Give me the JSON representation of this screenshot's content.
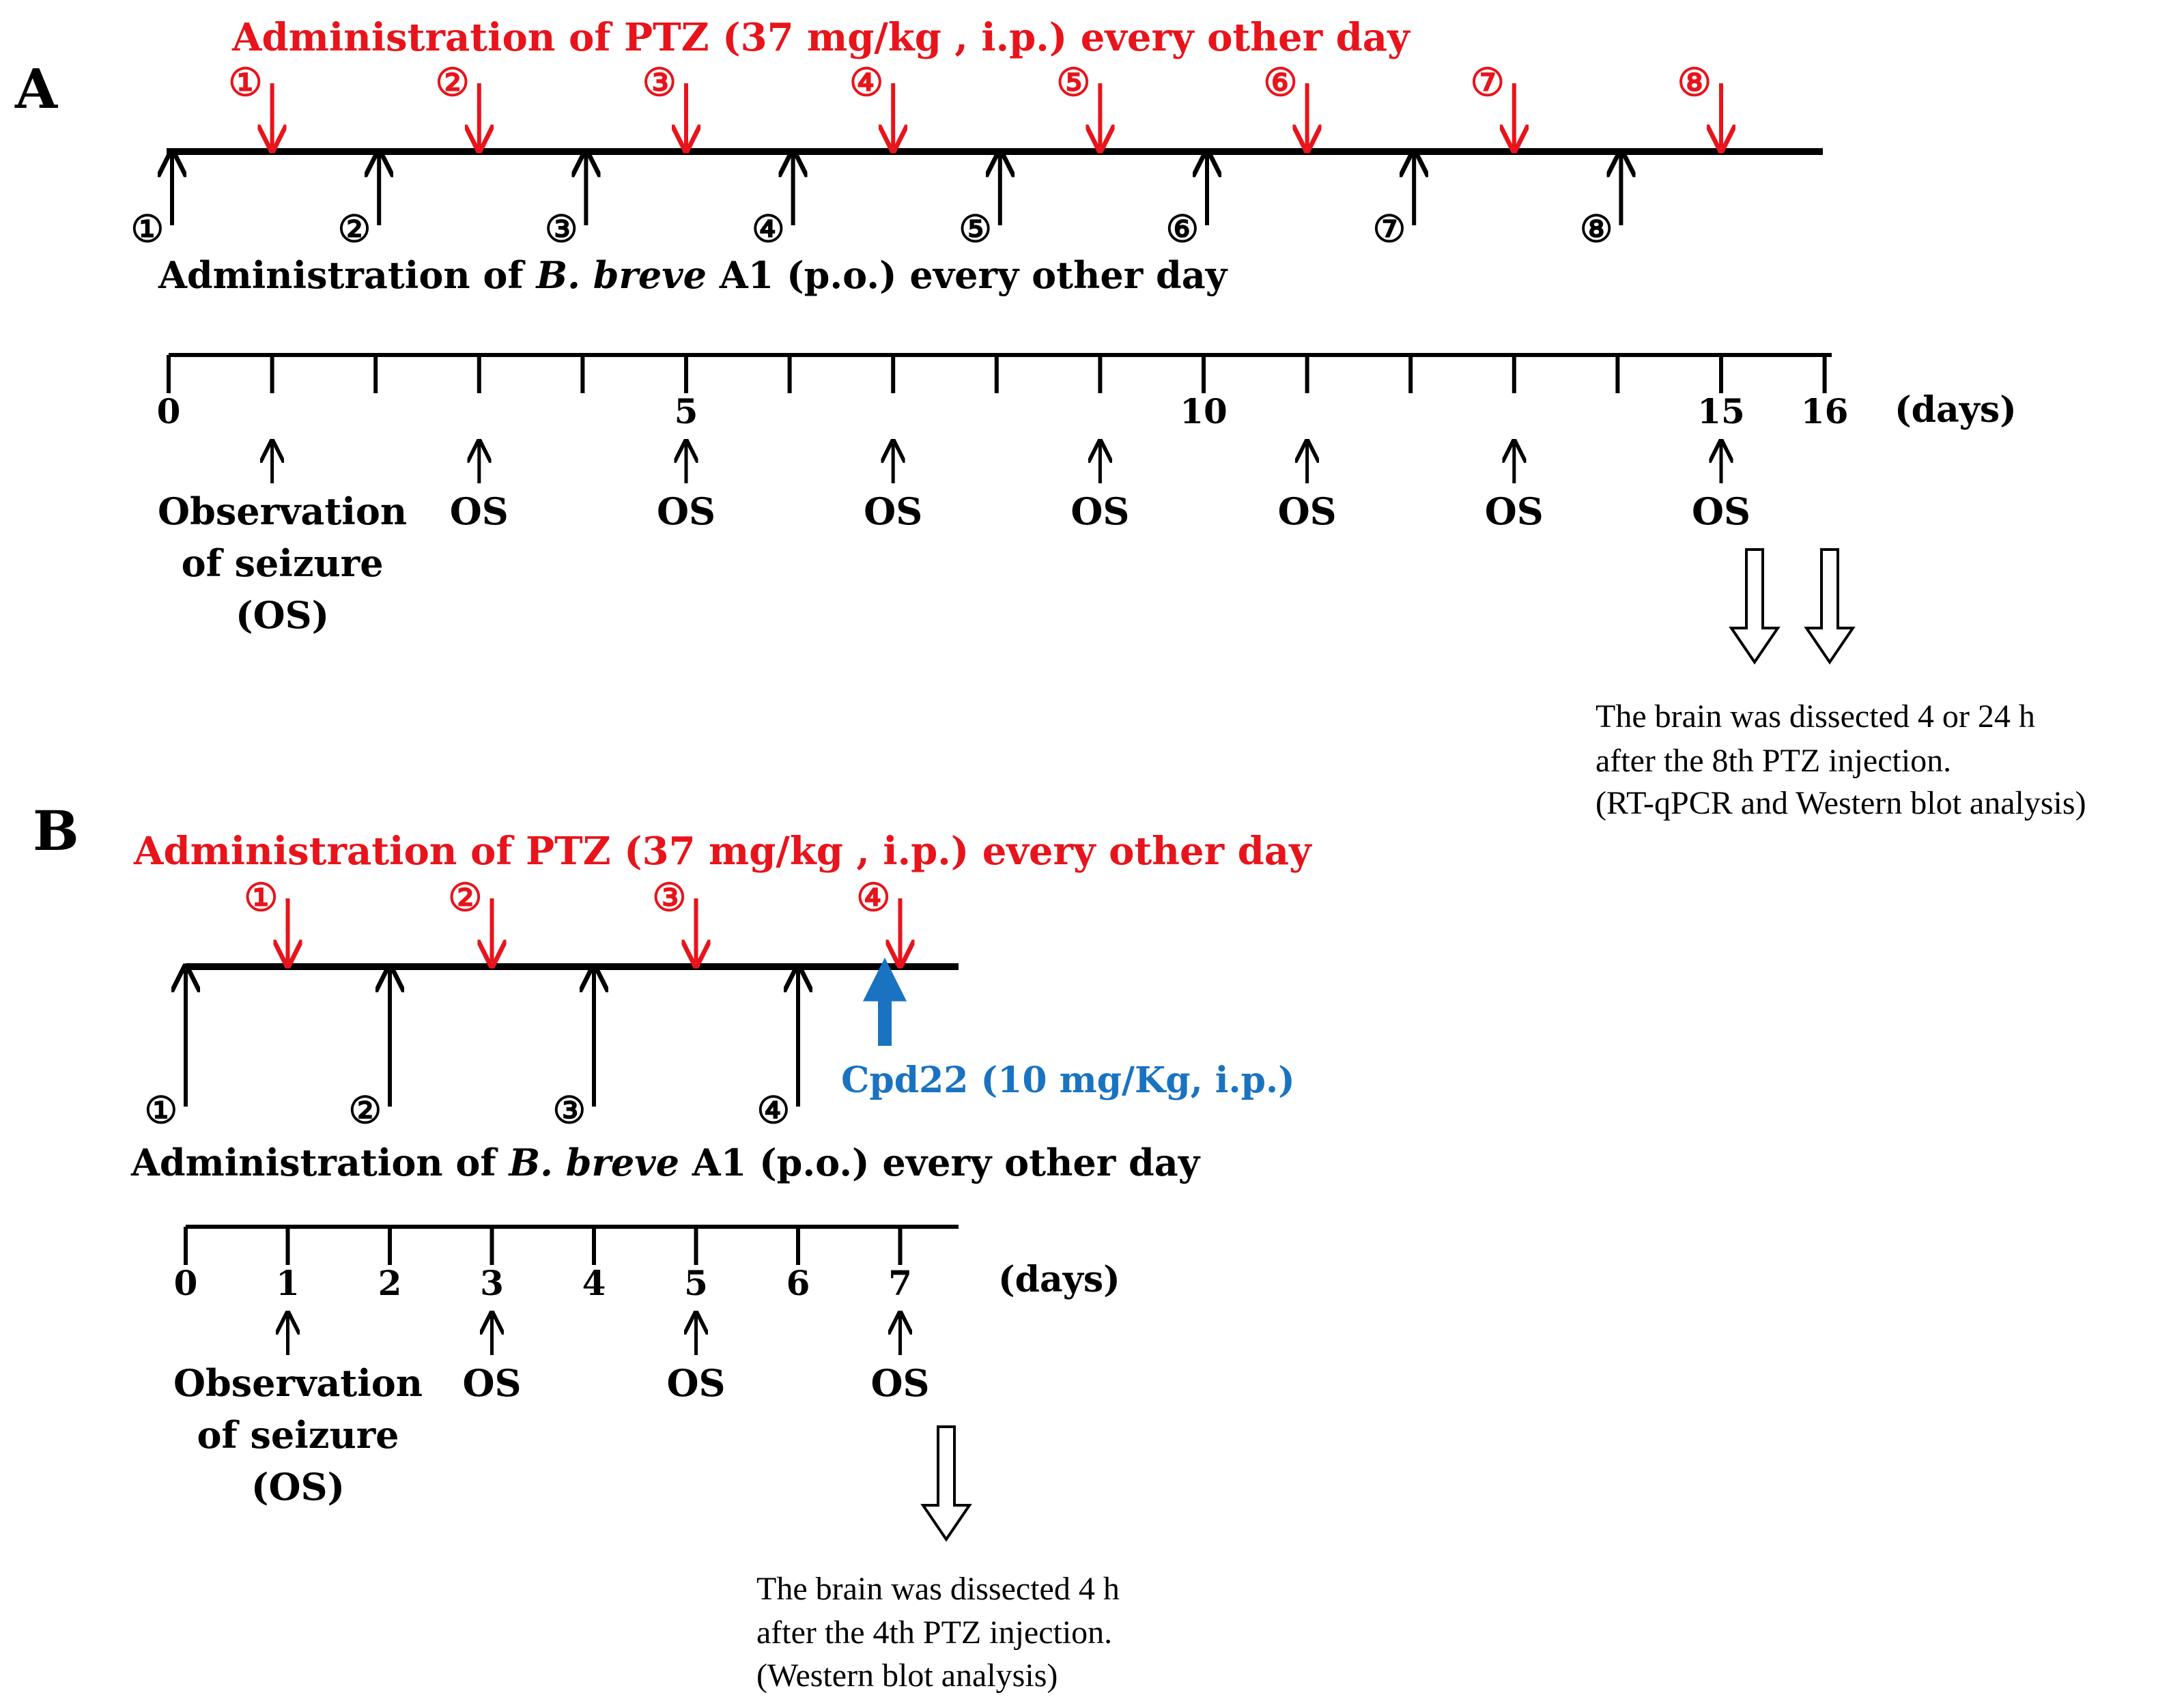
{
  "colors": {
    "ptz": "#e8141b",
    "bb": "#000000",
    "cpd": "#1a73c0",
    "text": "#000000"
  },
  "panelA": {
    "letter": "A",
    "ptz_title": "Administration of PTZ (37 mg/kg , i.p.) every other day",
    "ptz_marks": [
      "①",
      "②",
      "③",
      "④",
      "⑤",
      "⑥",
      "⑦",
      "⑧"
    ],
    "bb_marks": [
      "①",
      "②",
      "③",
      "④",
      "⑤",
      "⑥",
      "⑦",
      "⑧"
    ],
    "bb_title_pre": "Administration of ",
    "bb_title_species": "B. breve",
    "bb_title_post": " A1 (p.o.) every other day",
    "axis_ticks": [
      "0",
      "5",
      "10",
      "15",
      "16"
    ],
    "axis_unit": "(days)",
    "os_first": [
      "Observation",
      "of seizure",
      "(OS)"
    ],
    "os_label": "OS",
    "note": [
      "The brain was dissected 4 or 24 h",
      " after the 8th PTZ injection.",
      "(RT-qPCR and Western blot analysis)"
    ]
  },
  "panelB": {
    "letter": "B",
    "ptz_title": "Administration of PTZ (37 mg/kg , i.p.) every other day",
    "ptz_marks": [
      "①",
      "②",
      "③",
      "④"
    ],
    "bb_marks": [
      "①",
      "②",
      "③",
      "④"
    ],
    "cpd_label": "Cpd22 (10 mg/Kg, i.p.)",
    "bb_title_pre": "Administration of ",
    "bb_title_species": "B. breve",
    "bb_title_post": " A1 (p.o.) every other day",
    "axis_ticks": [
      "0",
      "1",
      "2",
      "3",
      "4",
      "5",
      "6",
      "7"
    ],
    "axis_unit": "(days)",
    "os_first": [
      "Observation",
      "of seizure",
      "(OS)"
    ],
    "os_label": "OS",
    "note": [
      "The brain was dissected 4 h",
      " after the 4th PTZ injection.",
      "(Western blot analysis)"
    ]
  }
}
